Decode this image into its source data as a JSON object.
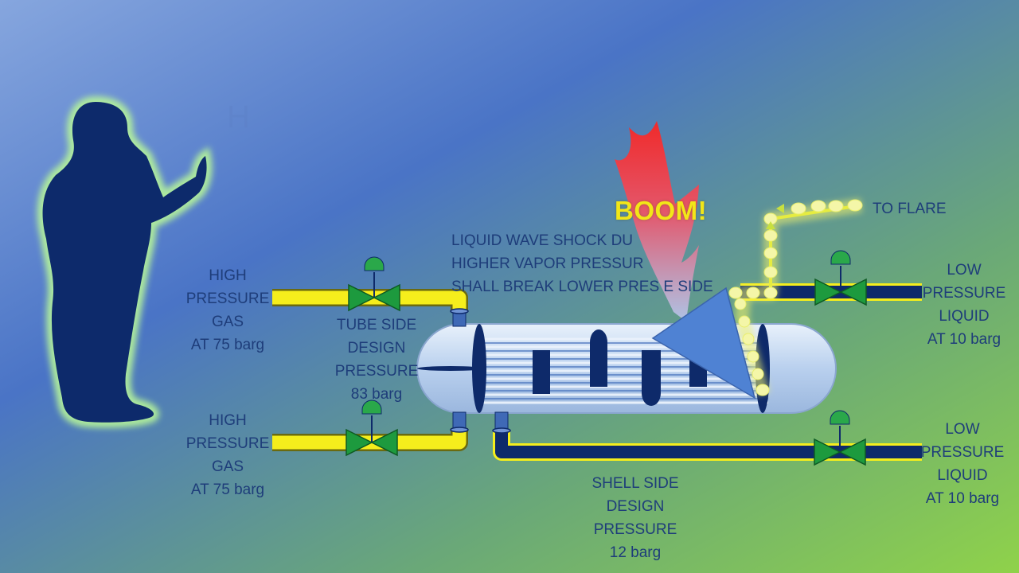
{
  "background": {
    "top_left": "#86a6de",
    "middle": "#4a74c6",
    "bottom_right": "#8fd24a"
  },
  "colors": {
    "pipe_high": "#f5ee1c",
    "pipe_low": "#0e2a6a",
    "valve": "#1d9a3e",
    "actuator": "#2aa84a",
    "silhouette": "#0d2a6b",
    "glow": "#9aeb8a",
    "flare_dots": "#f4f6a8",
    "vessel": "#c9dcf2",
    "label_text": "#1e3d7a",
    "boom_text": "#f2e618"
  },
  "faded_title": "H",
  "labels": {
    "high_gas_top": [
      "HIGH",
      "PRESSURE",
      "GAS",
      "AT 75 barg"
    ],
    "high_gas_bottom": [
      "HIGH",
      "PRESSURE",
      "GAS",
      "AT 75 barg"
    ],
    "tube_side": [
      "TUBE SIDE",
      "DESIGN",
      "PRESSURE",
      "83 barg"
    ],
    "shell_side": [
      "SHELL SIDE",
      "DESIGN",
      "PRESSURE",
      "12 barg"
    ],
    "low_liquid_top": [
      "LOW",
      "PRESSURE",
      "LIQUID",
      "AT 10 barg"
    ],
    "low_liquid_bottom": [
      "LOW",
      "PRESSURE",
      "LIQUID",
      "AT 10 barg"
    ],
    "shock_lines": [
      "LIQUID WAVE SHOCK DU",
      "HIGHER VAPOR PRESSUR",
      "SHALL BREAK LOWER PRES      E SIDE"
    ],
    "boom": "BOOM!",
    "to_flare": "TO FLARE"
  },
  "icons": {
    "person": "person-pointing-silhouette-icon",
    "valve": "gate-valve-icon",
    "actuator": "valve-actuator-icon",
    "burst": "explosion-burst-icon",
    "arrow": "impact-arrow-icon"
  }
}
